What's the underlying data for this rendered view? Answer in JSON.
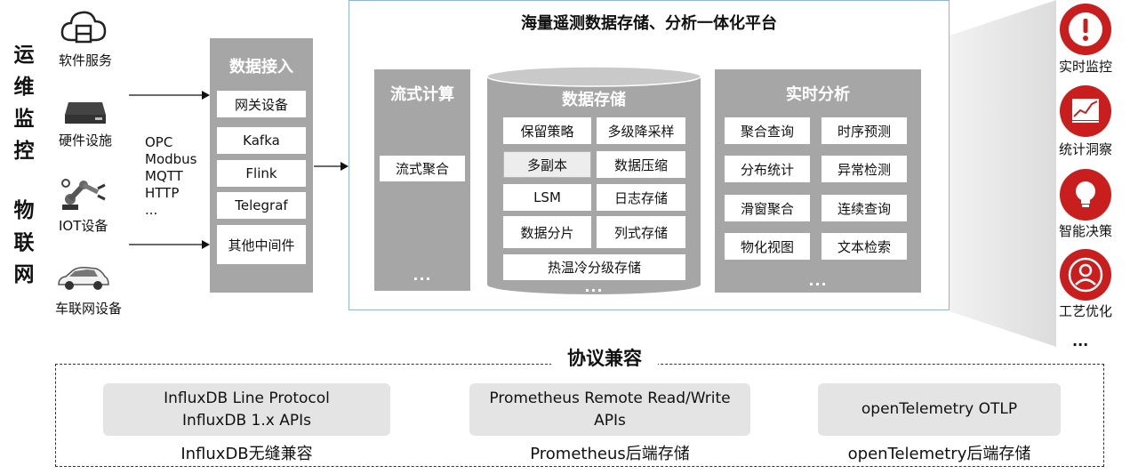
{
  "left_labels": {
    "ops": "运维监控",
    "iot": "物联网"
  },
  "sources": [
    {
      "label": "软件服务",
      "icon": "cloud-server-icon"
    },
    {
      "label": "硬件设施",
      "icon": "hardware-server-icon"
    },
    {
      "label": "IOT设备",
      "icon": "robot-arm-icon"
    },
    {
      "label": "车联网设备",
      "icon": "car-icon"
    }
  ],
  "protocols": [
    "OPC",
    "Modbus",
    "MQTT",
    "HTTP",
    "..."
  ],
  "ingest": {
    "title": "数据接入",
    "items": [
      "网关设备",
      "Kafka",
      "Flink",
      "Telegraf",
      "其他中间件"
    ]
  },
  "platform": {
    "title": "海量遥测数据存储、分析一体化平台",
    "stream": {
      "title": "流式计算",
      "items": [
        "流式聚合"
      ],
      "more": "..."
    },
    "storage": {
      "title": "数据存储",
      "items": [
        "保留策略",
        "多级降采样",
        "多副本",
        "数据压缩",
        "LSM",
        "日志存储",
        "数据分片",
        "列式存储"
      ],
      "wide_item": "热温冷分级存储",
      "more": "..."
    },
    "analysis": {
      "title": "实时分析",
      "items": [
        "聚合查询",
        "时序预测",
        "分布统计",
        "异常检测",
        "滑窗聚合",
        "连续查询",
        "物化视图",
        "文本检索"
      ],
      "more": "..."
    }
  },
  "outputs": [
    {
      "label": "实时监控",
      "icon": "alert-icon"
    },
    {
      "label": "统计洞察",
      "icon": "chart-icon"
    },
    {
      "label": "智能决策",
      "icon": "lightbulb-icon"
    },
    {
      "label": "工艺优化",
      "icon": "user-icon"
    }
  ],
  "outputs_more": "...",
  "compat": {
    "title": "协议兼容",
    "items": [
      {
        "lines": [
          "InfluxDB Line Protocol",
          "InfluxDB 1.x APIs"
        ],
        "caption": "InfluxDB无缝兼容"
      },
      {
        "lines": [
          "Prometheus Remote Read/Write",
          "APIs"
        ],
        "caption": "Prometheus后端存储"
      },
      {
        "lines": [
          "openTelemetry OTLP"
        ],
        "caption": "openTelemetry后端存储"
      }
    ]
  },
  "colors": {
    "panel_gray": "#a6a6a6",
    "accent_red": "#c81e1e",
    "platform_border": "#8fb4d9"
  }
}
